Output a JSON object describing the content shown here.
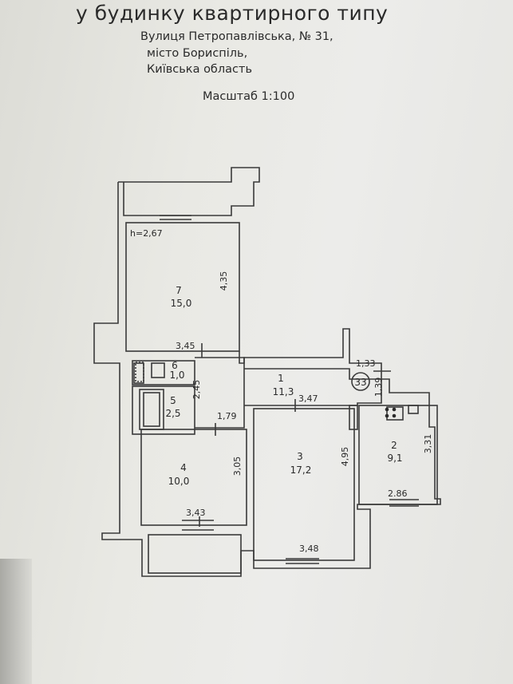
{
  "header": {
    "title": "у будинку квартирного типу",
    "address_line1": "Вулиця Петропавлівська, № 31,",
    "address_line2": "місто Бориспіль,",
    "address_line3": "Київська область",
    "scale": "Масштаб 1:100"
  },
  "plan": {
    "ceiling_height": "h=2,67",
    "apartment_number": "33",
    "rooms": [
      {
        "number": "7",
        "area": "15,0"
      },
      {
        "number": "6",
        "area": "1,0"
      },
      {
        "number": "5",
        "area": "2,5"
      },
      {
        "number": "4",
        "area": "10,0"
      },
      {
        "number": "1",
        "area": "11,3"
      },
      {
        "number": "3",
        "area": "17,2"
      },
      {
        "number": "2",
        "area": "9,1"
      }
    ],
    "dimensions": {
      "r7_height": "4,35",
      "r7_width": "3,45",
      "corridor_height": "2,45",
      "corridor_width": "1,79",
      "r4_height": "3,05",
      "r4_width": "3,43",
      "r1_width": "3,47",
      "r3_height": "4,95",
      "r3_width": "3,48",
      "hall_width": "1,33",
      "hall_height": "1,39",
      "r2_height": "3,31",
      "r2_width": "2.86"
    }
  }
}
